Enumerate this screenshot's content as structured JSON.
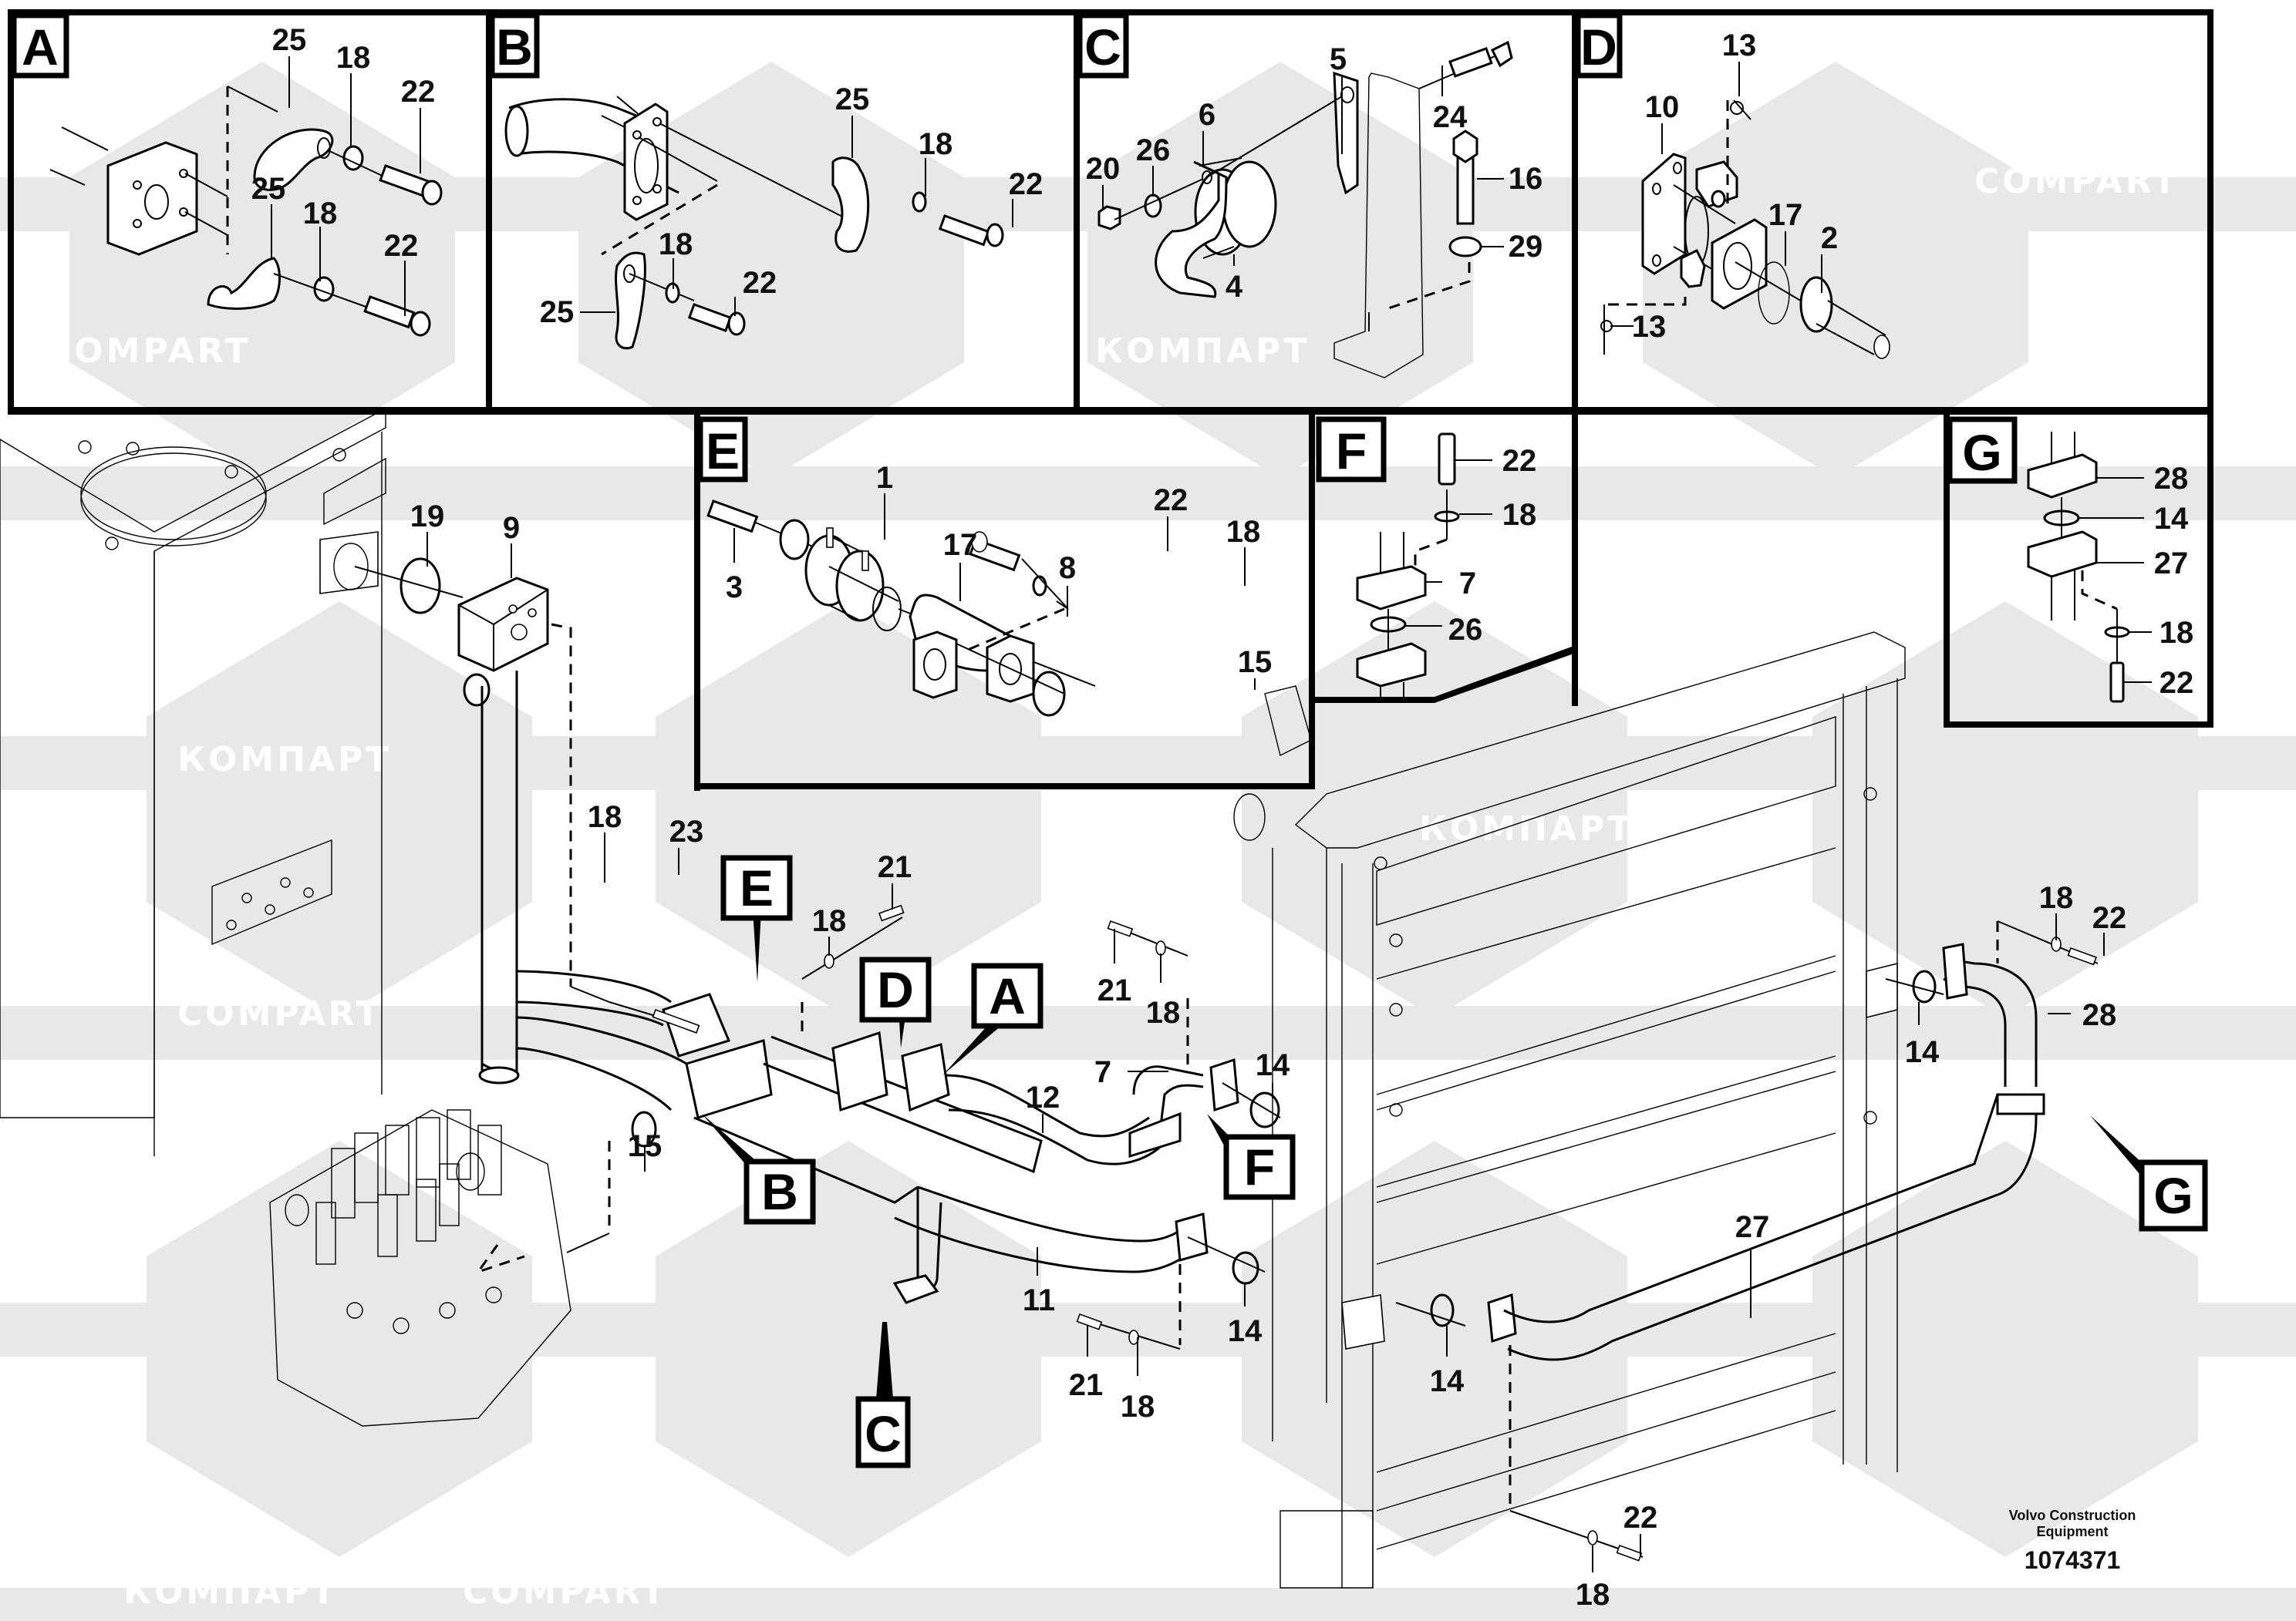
{
  "diagram": {
    "title_block": {
      "manufacturer_line1": "Volvo Construction",
      "manufacturer_line2": "Equipment",
      "drawing_number": "1074371"
    },
    "watermarks": [
      "КОМПАРТ",
      "COMPART"
    ],
    "detail_panels": [
      {
        "letter": "A",
        "callouts": [
          "25",
          "18",
          "22",
          "25",
          "18",
          "22"
        ]
      },
      {
        "letter": "B",
        "callouts": [
          "25",
          "18",
          "22",
          "18",
          "22",
          "25"
        ]
      },
      {
        "letter": "C",
        "callouts": [
          "5",
          "24",
          "6",
          "26",
          "20",
          "16",
          "4",
          "29"
        ]
      },
      {
        "letter": "D",
        "callouts": [
          "13",
          "10",
          "17",
          "2",
          "13"
        ]
      },
      {
        "letter": "E",
        "callouts": [
          "1",
          "22",
          "18",
          "3",
          "17",
          "8",
          "15"
        ]
      },
      {
        "letter": "F",
        "callouts": [
          "22",
          "18",
          "7",
          "26"
        ]
      },
      {
        "letter": "G",
        "callouts": [
          "28",
          "14",
          "27",
          "18",
          "22"
        ]
      }
    ],
    "main_view": {
      "callouts": [
        "19",
        "9",
        "18",
        "23",
        "18",
        "21",
        "21",
        "18",
        "7",
        "14",
        "12",
        "15",
        "11",
        "14",
        "21",
        "18",
        "18",
        "22",
        "14",
        "28",
        "27",
        "14",
        "22",
        "18"
      ],
      "reference_tags": [
        "E",
        "D",
        "A",
        "B",
        "F",
        "C",
        "G"
      ]
    },
    "colors": {
      "line": "#000000",
      "background": "#ffffff",
      "watermark_shape": "#e8e8e8",
      "watermark_text": "#ffffff"
    }
  }
}
